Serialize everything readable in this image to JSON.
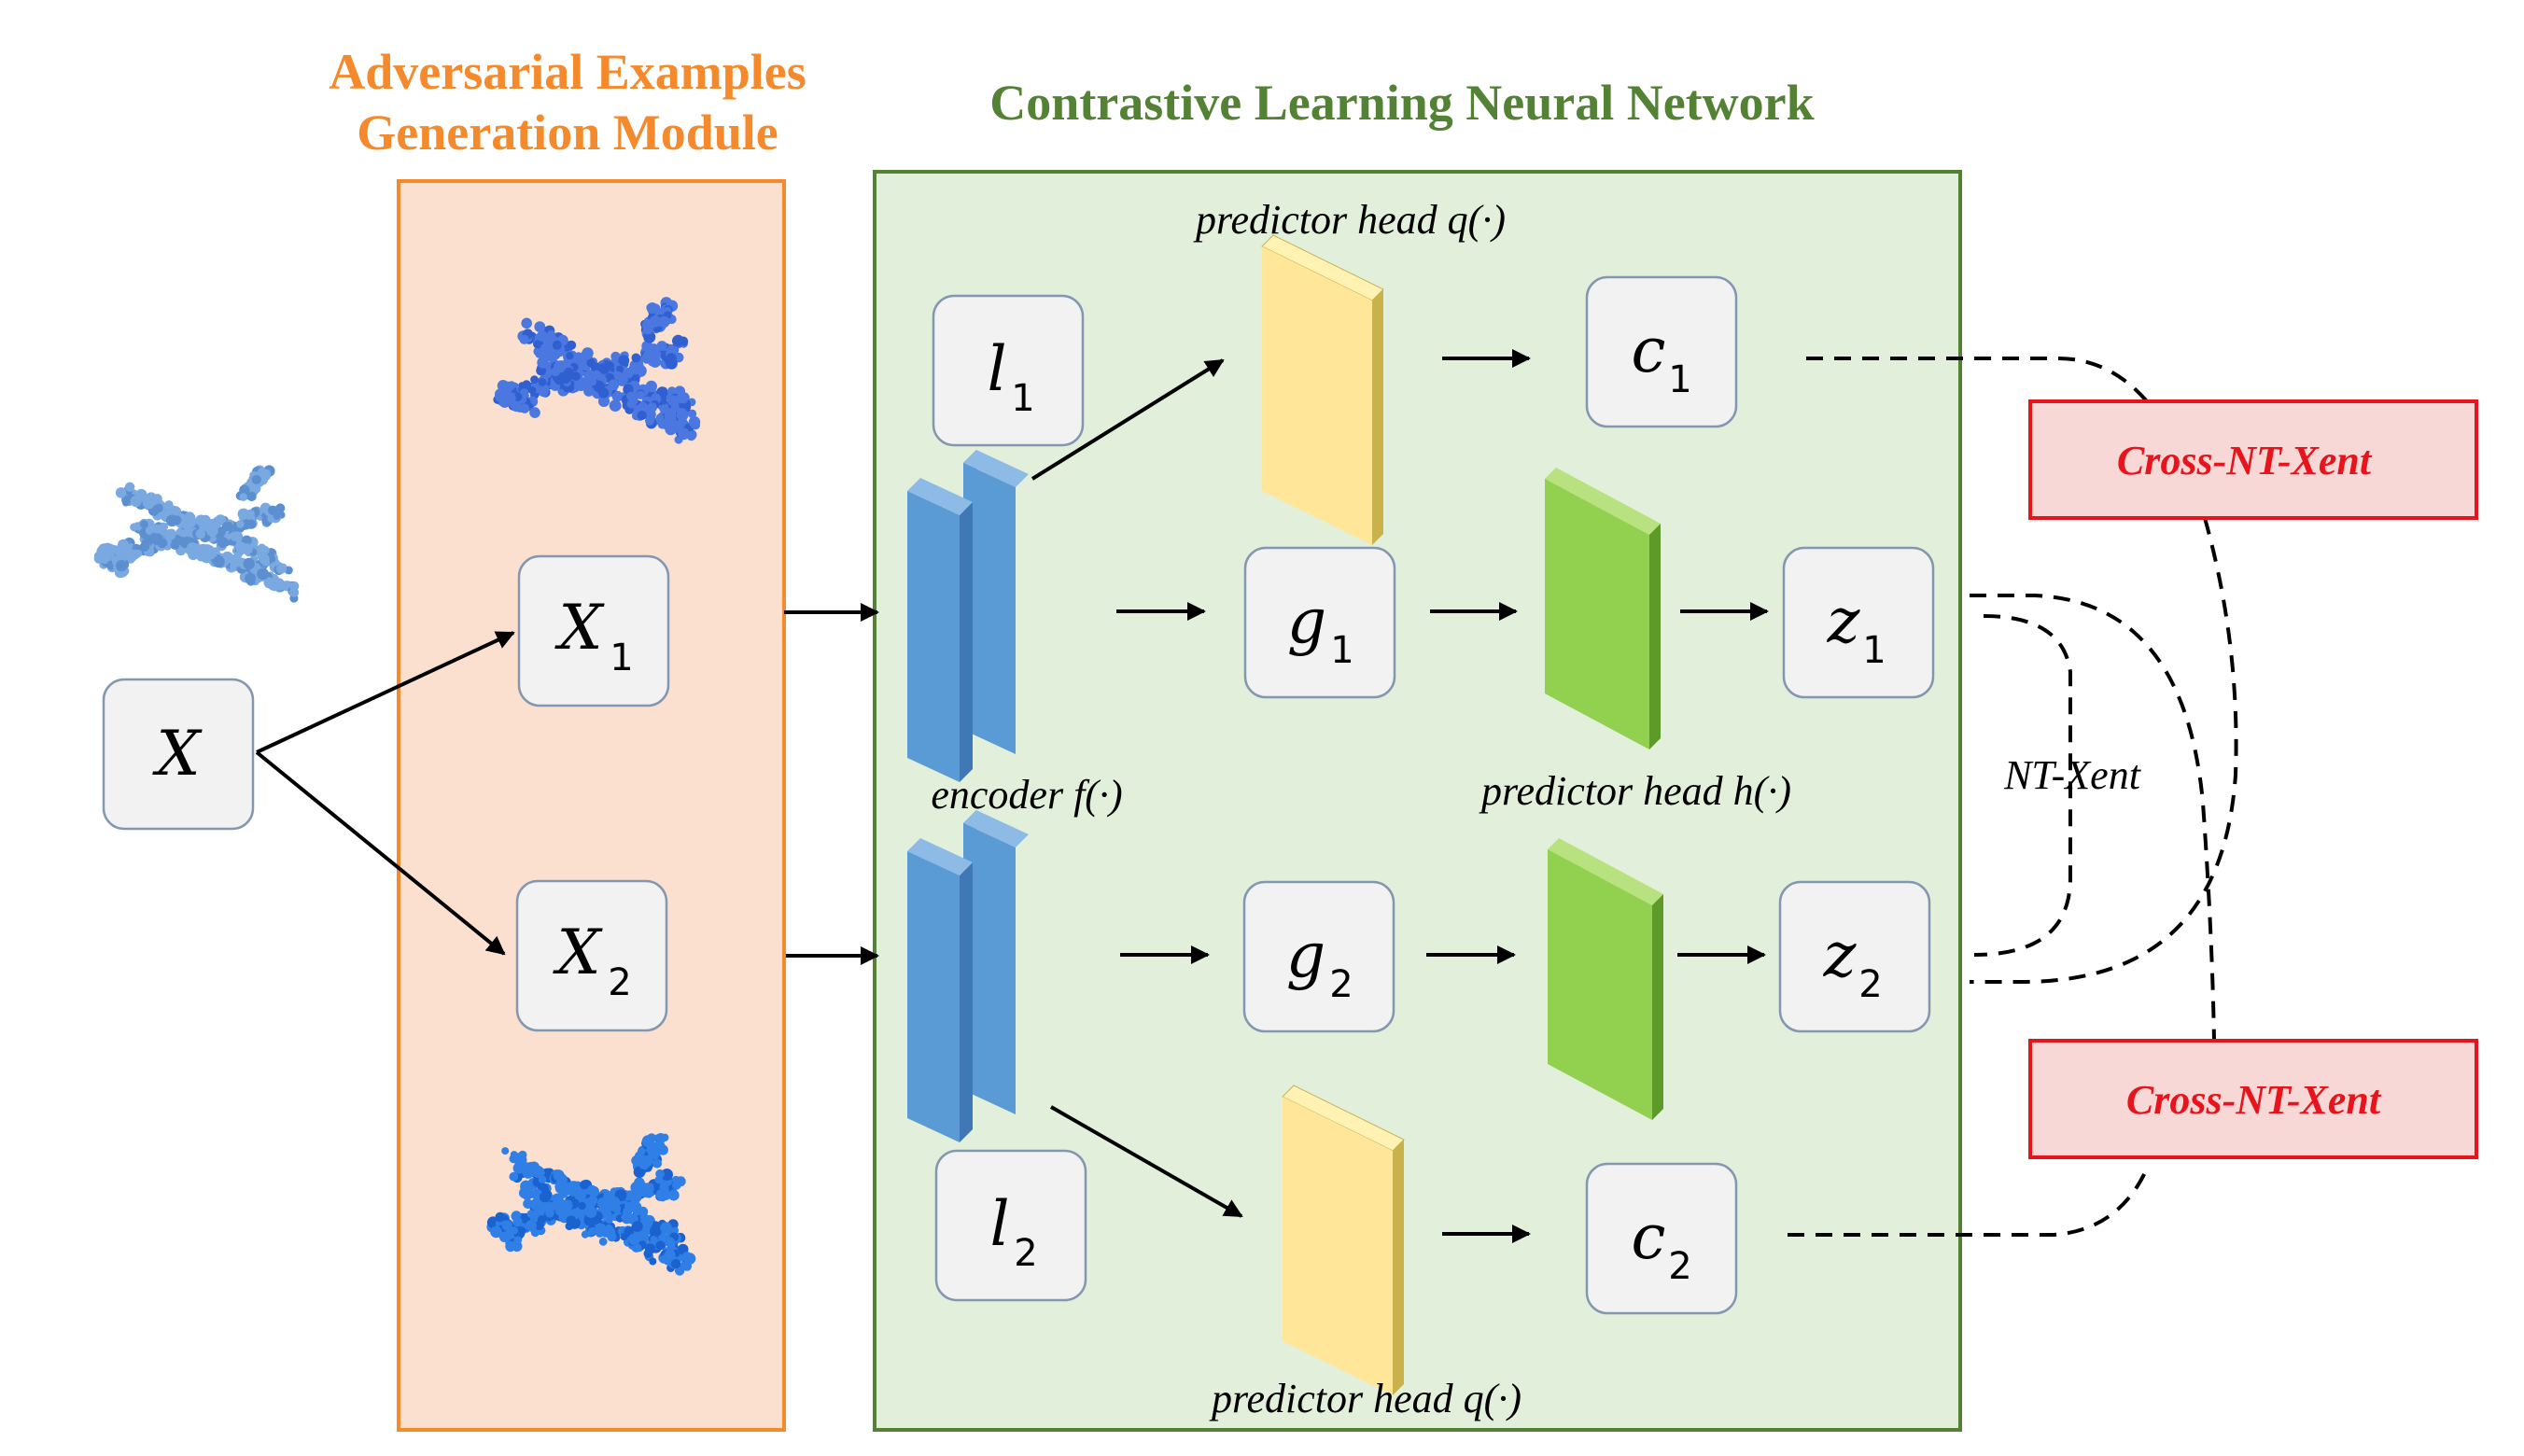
{
  "module_title": [
    "Adversarial Examples",
    "Generation Module"
  ],
  "network_title": "Contrastive Learning Neural Network",
  "nodes": {
    "x": {
      "main": "X",
      "sub": ""
    },
    "x1": {
      "main": "X",
      "sub": "1"
    },
    "x2": {
      "main": "X",
      "sub": "2"
    },
    "l1": {
      "main": "l",
      "sub": "1"
    },
    "l2": {
      "main": "l",
      "sub": "2"
    },
    "c1": {
      "main": "c",
      "sub": "1"
    },
    "c2": {
      "main": "c",
      "sub": "2"
    },
    "g1": {
      "main": "g",
      "sub": "1"
    },
    "g2": {
      "main": "g",
      "sub": "2"
    },
    "z1": {
      "main": "z",
      "sub": "1"
    },
    "z2": {
      "main": "z",
      "sub": "2"
    }
  },
  "labels": {
    "predictor_q_top": "predictor head q(·)",
    "predictor_q_bottom": "predictor head q(·)",
    "predictor_h": "predictor head h(·)",
    "encoder": "encoder f(·)",
    "nt_xent": "NT-Xent"
  },
  "losses": {
    "top": "Cross-NT-Xent",
    "bottom": "Cross-NT-Xent"
  },
  "colors": {
    "orange_title": "#f58a2c",
    "orange_box_fill": "#fbe0d0",
    "orange_box_stroke": "#f58a2c",
    "green_title": "#548235",
    "green_box_fill": "#e2efda",
    "green_box_stroke": "#548235",
    "encoder_blue": "#5b9bd5",
    "predictor_yellow": "#ffe699",
    "predictor_green": "#92d050",
    "loss_red": "#e8141c",
    "loss_fill": "#f8d7d7",
    "node_fill": "#f2f2f2",
    "node_stroke": "#8497b0"
  },
  "icons": [
    "airplane-pointcloud-original",
    "airplane-pointcloud-adv1",
    "airplane-pointcloud-adv2"
  ]
}
